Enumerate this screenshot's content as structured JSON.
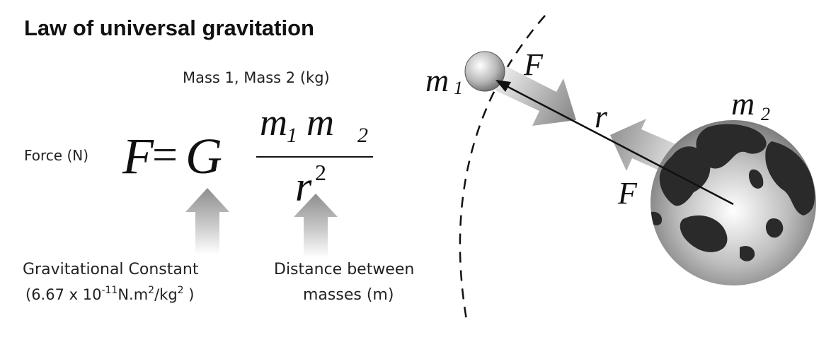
{
  "title": "Law of universal gravitation",
  "labels": {
    "mass": "Mass 1, Mass 2 (kg)",
    "force": "Force (N)",
    "gravitational_constant": "Gravitational Constant",
    "gc_value_prefix": "(6.67 x 10",
    "gc_value_exp": "-11",
    "gc_value_mid": "N.m",
    "gc_value_sq": "2",
    "gc_value_unit": "/kg",
    "gc_value_sq2": "2",
    "gc_value_suffix": " )",
    "distance_line1": "Distance between",
    "distance_line2": "masses (m)"
  },
  "equation": {
    "f": "F",
    "equals": "=",
    "g": "G",
    "m": "m",
    "sub1": "1",
    "sub2": "2",
    "r": "r",
    "exp": "2"
  },
  "diagram": {
    "m": "m",
    "m1_sub": "1",
    "m2_sub": "2",
    "force_top": "F",
    "distance": "r",
    "force_bottom": "F"
  }
}
